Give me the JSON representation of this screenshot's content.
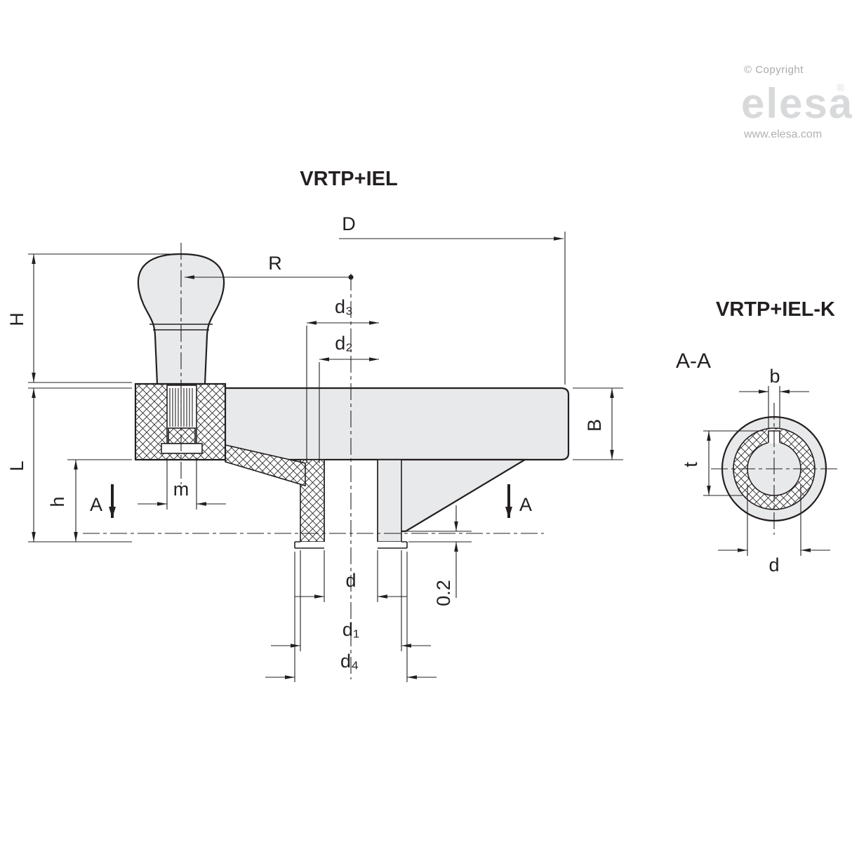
{
  "branding": {
    "copyright": "© Copyright",
    "logo": "elesa",
    "registered": "®",
    "website": "www.elesa.com"
  },
  "titles": {
    "main": "VRTP+IEL",
    "section": "VRTP+IEL-K",
    "section_view": "A-A"
  },
  "dimensions": {
    "main": {
      "D": "D",
      "R": "R",
      "H": "H",
      "L": "L",
      "h": "h",
      "B": "B",
      "m": "m",
      "d": "d",
      "d1": "d₁",
      "d2": "d₂",
      "d3": "d₃",
      "d4": "d₄",
      "gap": "0.2",
      "section_marker_left": "A",
      "section_marker_right": "A"
    },
    "section": {
      "b": "b",
      "t": "t",
      "d": "d"
    }
  },
  "colors": {
    "line": "#231f20",
    "body_fill": "#e8e9ea",
    "logo_gray": "#d8d9da",
    "muted_gray": "#a8aaad"
  }
}
